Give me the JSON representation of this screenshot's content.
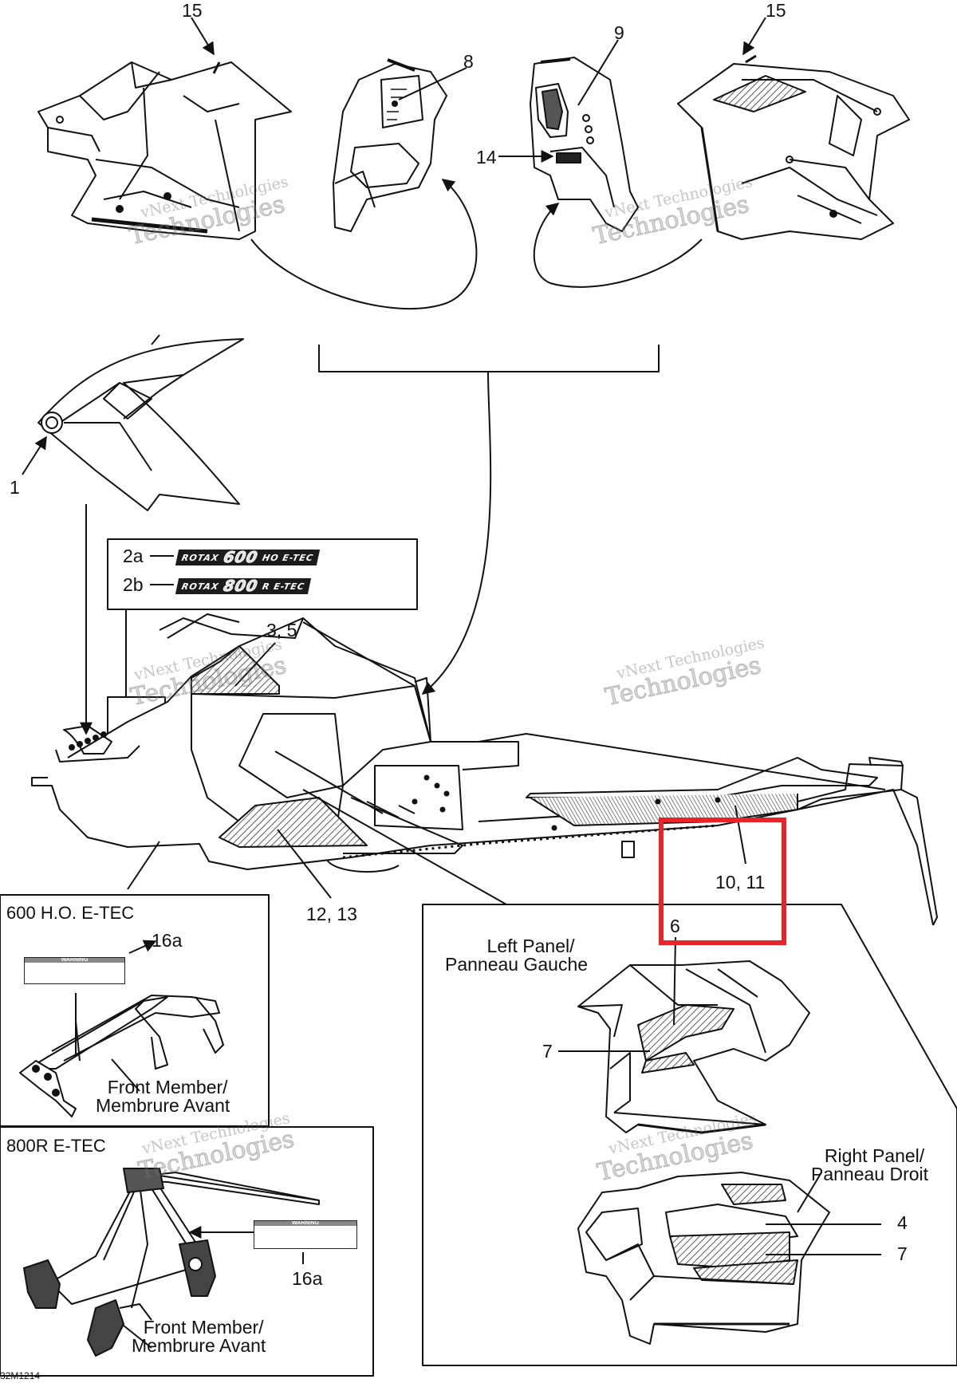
{
  "callouts": {
    "c15_left": "15",
    "c8": "8",
    "c9": "9",
    "c15_right": "15",
    "c14": "14",
    "c1": "1",
    "c2a": "2a",
    "c2b": "2b",
    "c3_5": "3, 5",
    "c12_13": "12, 13",
    "c10_11": "10, 11",
    "c6": "6",
    "c7_left": "7",
    "c4": "4",
    "c7_right": "7",
    "c16a_top": "16a",
    "c16a_bottom": "16a"
  },
  "boxes": {
    "ho": {
      "title": "600 H.O. E-TEC",
      "member": [
        "Front Member/",
        "Membrure Avant"
      ]
    },
    "r800": {
      "title": "800R E-TEC",
      "member": [
        "Front Member/",
        "Membrure Avant"
      ]
    },
    "panels": {
      "left": [
        "Left Panel/",
        "Panneau Gauche"
      ],
      "right": [
        "Right Panel/",
        "Panneau Droit"
      ]
    }
  },
  "logos": {
    "a": {
      "brand": "ROTAX",
      "model": "600",
      "suffix": "HO E-TEC"
    },
    "b": {
      "brand": "ROTAX",
      "model": "800",
      "suffix": "R E-TEC"
    }
  },
  "warning_label": "WARNING",
  "watermark": {
    "line1": "vNext Technologies",
    "line2": "Technologies"
  },
  "figure_code": "32M1214",
  "highlight_color": "#e8232a"
}
